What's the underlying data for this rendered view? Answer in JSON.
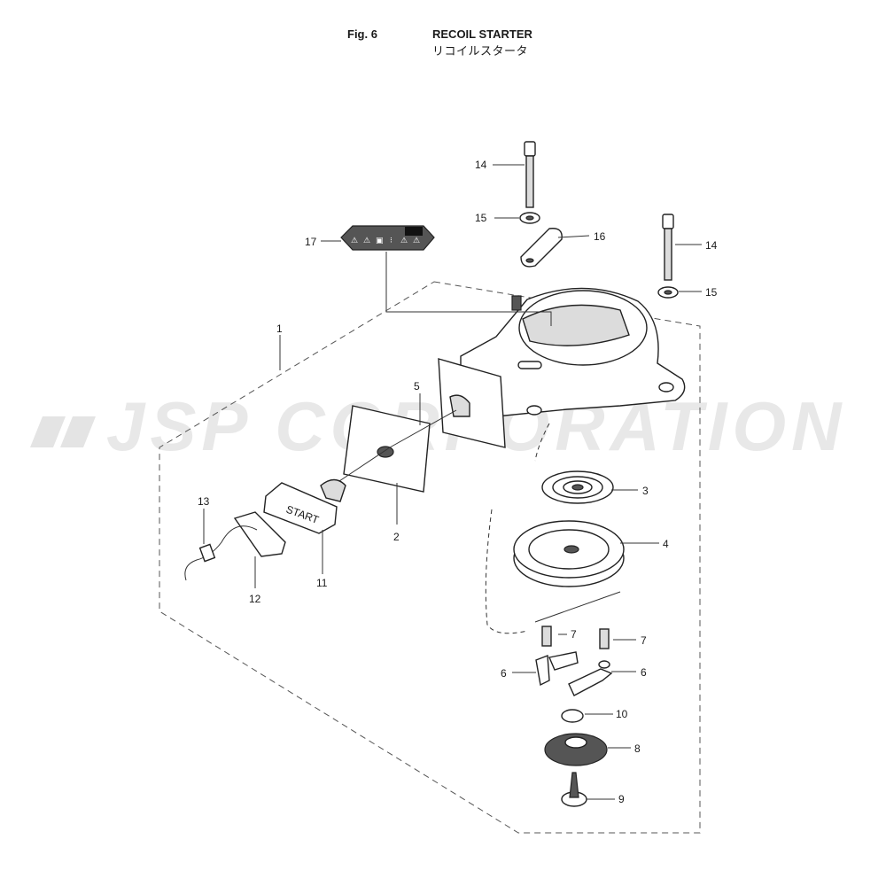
{
  "header": {
    "figure": "Fig. 6",
    "title_en": "RECOIL STARTER",
    "title_jp": "リコイルスタータ"
  },
  "watermark": "JSP CORPORATION",
  "decal_label": "START",
  "callouts": [
    "1",
    "2",
    "3",
    "4",
    "5",
    "6",
    "6",
    "7",
    "7",
    "8",
    "9",
    "10",
    "11",
    "12",
    "13",
    "14",
    "14",
    "15",
    "15",
    "16",
    "17"
  ]
}
